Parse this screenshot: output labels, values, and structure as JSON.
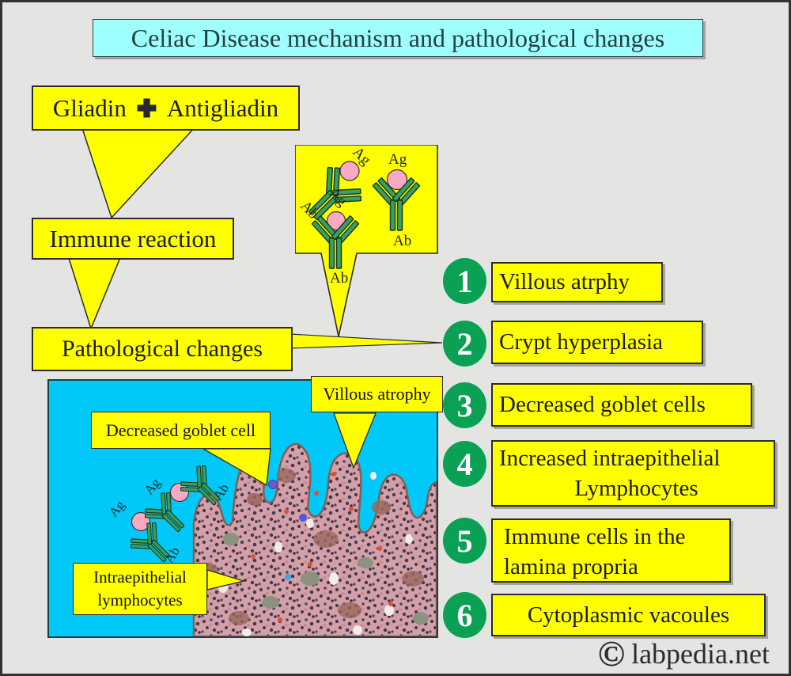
{
  "title": "Celiac Disease mechanism and pathological changes",
  "flow": {
    "gliadin": "Gliadin",
    "antigliadin": "Antigliadin",
    "immune_reaction": "Immune reaction",
    "pathological_changes": "Pathological changes"
  },
  "labels": {
    "ag": "Ag",
    "ab": "Ab"
  },
  "steps": [
    {
      "num": "1",
      "lines": [
        "Villous atrphy"
      ]
    },
    {
      "num": "2",
      "lines": [
        "Crypt hyperplasia"
      ]
    },
    {
      "num": "3",
      "lines": [
        "Decreased goblet cells"
      ]
    },
    {
      "num": "4",
      "lines": [
        "Increased intraepithelial",
        "Lymphocytes"
      ]
    },
    {
      "num": "5",
      "lines": [
        "Immune cells in the",
        "lamina propria"
      ]
    },
    {
      "num": "6",
      "lines": [
        "Cytoplasmic vacoules"
      ]
    }
  ],
  "micrograph": {
    "villous_atrophy": "Villous atrophy",
    "decreased_goblet": "Decreased goblet cell",
    "iel_lines": [
      "Intraepithelial",
      "lymphocytes"
    ]
  },
  "watermark": {
    "symbol": "©",
    "site": "labpedia.net"
  },
  "colors": {
    "background": "#E4E4E2",
    "box_yellow": "#FFFF00",
    "title_cyan": "#9FFFFF",
    "panel_cyan": "#00C8F8",
    "step_green": "#0BA155",
    "antibody_green": "#3AA05C",
    "antigen_pink": "#F9A9C4"
  }
}
